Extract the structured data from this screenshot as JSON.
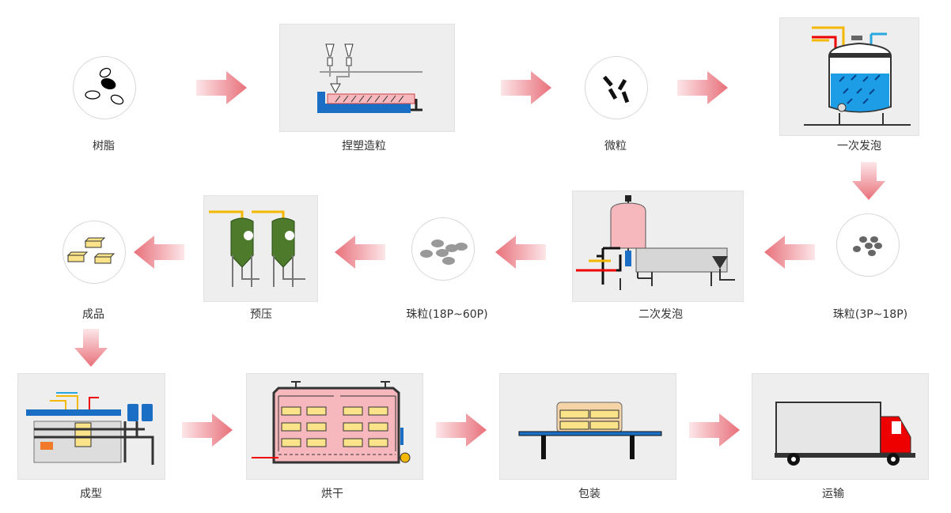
{
  "steps": [
    {
      "id": "resin",
      "label": "树脂"
    },
    {
      "id": "kneading",
      "label": "捏塑造粒"
    },
    {
      "id": "micro",
      "label": "微粒"
    },
    {
      "id": "foam1",
      "label": "一次发泡"
    },
    {
      "id": "beads1",
      "label": "珠粒(3P~18P)"
    },
    {
      "id": "foam2",
      "label": "二次发泡"
    },
    {
      "id": "beads2",
      "label": "珠粒(18P~60P)"
    },
    {
      "id": "prepress",
      "label": "预压"
    },
    {
      "id": "product",
      "label": "成品"
    },
    {
      "id": "molding",
      "label": "成型"
    },
    {
      "id": "drying",
      "label": "烘干"
    },
    {
      "id": "packing",
      "label": "包装"
    },
    {
      "id": "transport",
      "label": "运输"
    }
  ],
  "colors": {
    "arrow": "#e8707a",
    "arrow_light": "#fbe3e5",
    "box_bg": "#eeeeee",
    "blue": "#1a6fc4",
    "pink": "#f6b8bc"
  }
}
